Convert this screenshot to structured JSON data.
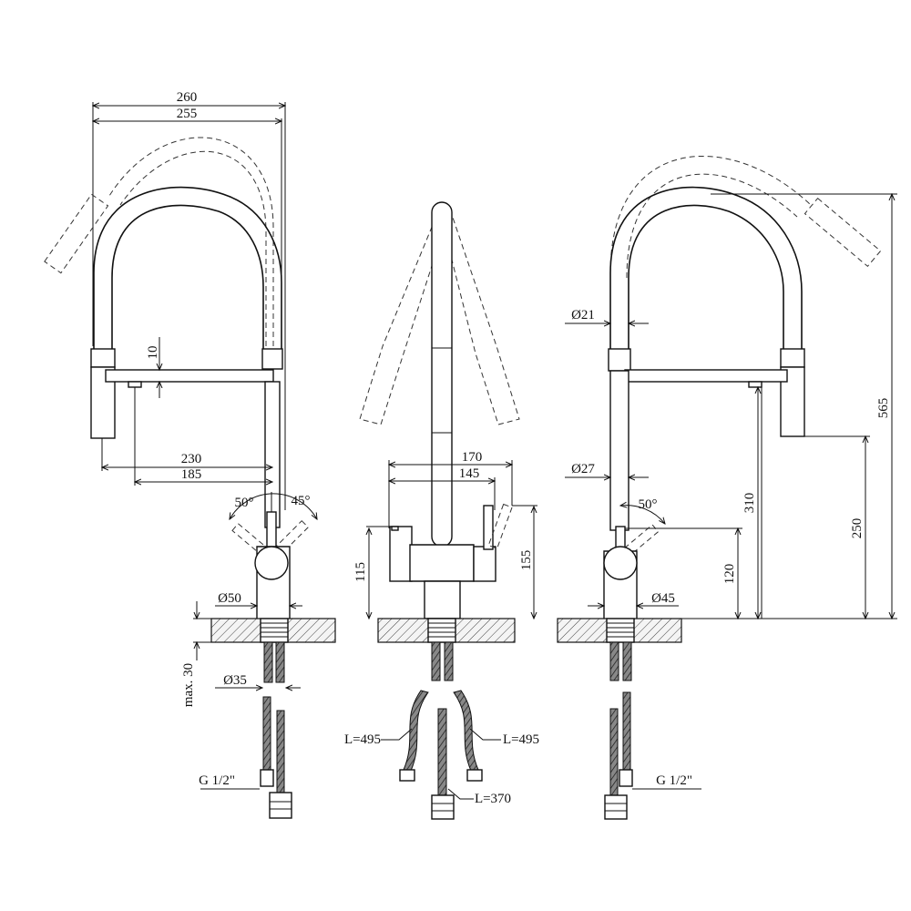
{
  "diagram": {
    "left_view": {
      "overall_width_outer": "260",
      "overall_width_inner": "255",
      "spray_bar_thickness": "10",
      "reach_outer": "230",
      "reach_inner": "185",
      "lever_angle_left": "50°",
      "lever_angle_right": "45°",
      "base_diameter": "Ø50",
      "mount_max_thickness": "max. 30",
      "shank_diameter": "Ø35",
      "connection_thread": "G 1/2\""
    },
    "front_view": {
      "width_outer": "170",
      "width_inner": "145",
      "body_height_left": "115",
      "body_height_right": "155",
      "hose_left_length": "L=495",
      "hose_right_length": "L=495",
      "hose_center_length": "L=370"
    },
    "right_view": {
      "hose_diameter": "Ø21",
      "column_diameter": "Ø27",
      "lever_angle": "50°",
      "base_diameter": "Ø45",
      "total_height": "565",
      "column_height": "310",
      "spout_outlet_height": "250",
      "lever_axis_height": "120",
      "connection_thread": "G 1/2\""
    }
  }
}
